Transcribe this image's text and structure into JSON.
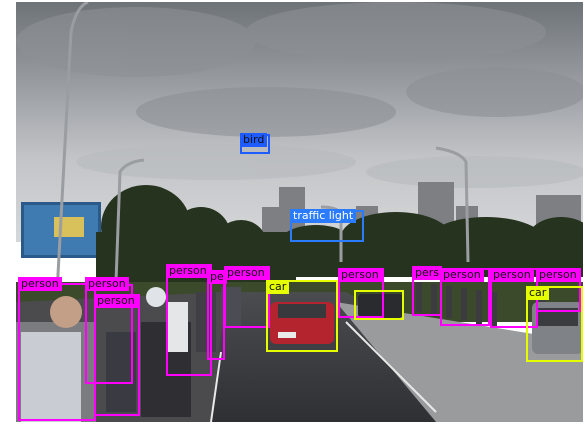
{
  "image": {
    "description_colors": {
      "person": "#ff00ff",
      "car": "#e5ff00",
      "bird": "#1f5cff",
      "traffic_light": "#2b7bff"
    }
  },
  "detections": [
    {
      "label": "bird",
      "class": "bird"
    },
    {
      "label": "traffic light",
      "class": "traffic_light"
    },
    {
      "label": "person",
      "class": "person"
    },
    {
      "label": "person",
      "class": "person"
    },
    {
      "label": "person",
      "class": "person"
    },
    {
      "label": "person",
      "class": "person"
    },
    {
      "label": "pe",
      "class": "person"
    },
    {
      "label": "person",
      "class": "person"
    },
    {
      "label": "car",
      "class": "car"
    },
    {
      "label": "person",
      "class": "person"
    },
    {
      "label": "pers",
      "class": "person"
    },
    {
      "label": "person",
      "class": "person"
    },
    {
      "label": "person",
      "class": "person"
    },
    {
      "label": "person",
      "class": "person"
    },
    {
      "label": "car",
      "class": "car"
    },
    {
      "label": "car",
      "class": "car"
    }
  ]
}
